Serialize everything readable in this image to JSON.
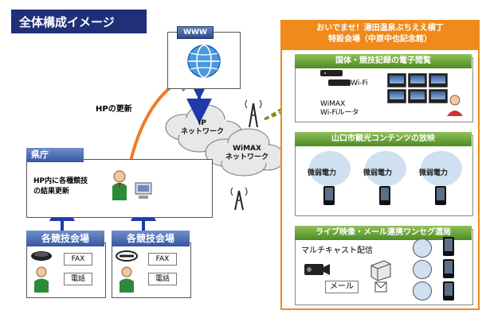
{
  "title": "全体構成イメージ",
  "www_label": "WWW",
  "hp_update": "HPの更新",
  "ip_network": [
    "IP",
    "ネットワーク"
  ],
  "wimax_network": [
    "WiMAX",
    "ネットワーク"
  ],
  "prefecture": {
    "label": "県庁",
    "text": [
      "HP内に各種競技",
      "の結果更新"
    ]
  },
  "venues": [
    {
      "label": "各競技会場",
      "fax": "FAX",
      "phone": "電話"
    },
    {
      "label": "各競技会場",
      "fax": "FAX",
      "phone": "電話"
    }
  ],
  "event": {
    "header": [
      "おいでませ！湯田温泉ぶちええ横丁",
      "特設会場（中原中也記念館）"
    ],
    "sections": [
      {
        "title": "国体・競技記録の電子閲覧",
        "wifi": "Wi-Fi",
        "wimax": [
          "WiMAX",
          "Wi-Fiルータ"
        ]
      },
      {
        "title": "山口市観光コンテンツの放映",
        "stands": [
          "微弱電力",
          "微弱電力",
          "微弱電力"
        ]
      },
      {
        "title": "ライブ映像・メール連携ワンセグ選局",
        "multicast": "マルチキャスト配信",
        "mail": "メール"
      }
    ]
  },
  "colors": {
    "title_bg": "#1f2f78",
    "event_orange": "#f08a1a",
    "section_green": "#4e8a22",
    "label_blue": "#3756a0",
    "arrow_blue": "#1f3aa8",
    "arrow_orange": "#f07a28",
    "dash_olive": "#8a8a1a"
  }
}
